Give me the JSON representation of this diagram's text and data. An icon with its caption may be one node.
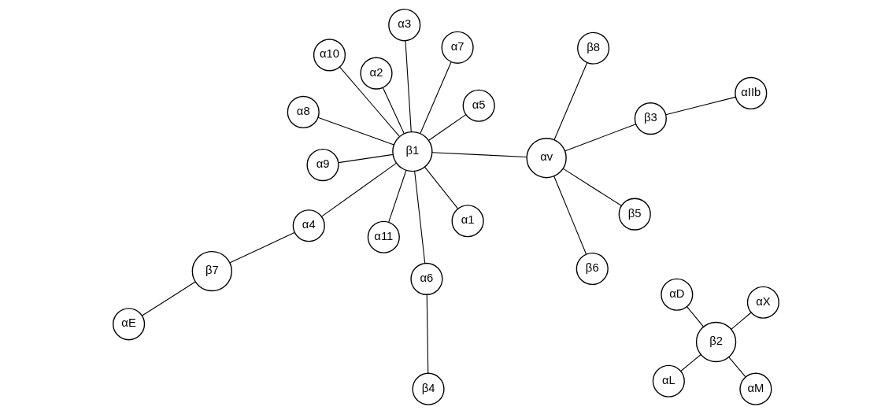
{
  "diagram": {
    "nodes": [
      {
        "text": [
          "β7"
        ]
      },
      {
        "text": [
          "αE"
        ]
      },
      {
        "text": [
          "α4"
        ]
      },
      {
        "text": [
          "α3"
        ]
      },
      {
        "text": [
          "α5"
        ]
      },
      {
        "text": [
          "α2"
        ]
      },
      {
        "text": [
          "β6"
        ]
      },
      {
        "text": [
          "β5"
        ]
      },
      {
        "text": [
          "αIIb"
        ]
      },
      {
        "text": [
          "αL"
        ]
      },
      {
        "text": [
          "αM"
        ]
      },
      {
        "text": [
          "α1"
        ]
      },
      {
        "text": [
          "α6"
        ]
      },
      {
        "text": [
          "β1"
        ]
      },
      {
        "text": [
          "αv"
        ]
      },
      {
        "text": [
          "β3"
        ]
      },
      {
        "text": [
          "β2"
        ]
      },
      {
        "text": [
          "α7"
        ]
      },
      {
        "text": [
          "α11"
        ]
      },
      {
        "text": [
          "β4"
        ]
      },
      {
        "text": [
          "α8"
        ]
      },
      {
        "text": [
          "α9"
        ]
      },
      {
        "text": [
          "α10"
        ]
      },
      {
        "text": [
          "β8"
        ]
      },
      {
        "text": [
          "αD"
        ]
      },
      {
        "text": [
          "αX"
        ]
      }
    ],
    "edges": [
      {
        "from": 0,
        "to": 1,
        "arrow": "none"
      },
      {
        "from": 0,
        "to": 2,
        "arrow": "none"
      },
      {
        "from": 13,
        "to": 2,
        "arrow": "none"
      },
      {
        "from": 13,
        "to": 3,
        "arrow": "none"
      },
      {
        "from": 13,
        "to": 4,
        "arrow": "none"
      },
      {
        "from": 13,
        "to": 5,
        "arrow": "none"
      },
      {
        "from": 13,
        "to": 11,
        "arrow": "none"
      },
      {
        "from": 13,
        "to": 12,
        "arrow": "none"
      },
      {
        "from": 13,
        "to": 17,
        "arrow": "none"
      },
      {
        "from": 13,
        "to": 18,
        "arrow": "none"
      },
      {
        "from": 13,
        "to": 20,
        "arrow": "none"
      },
      {
        "from": 13,
        "to": 21,
        "arrow": "none"
      },
      {
        "from": 13,
        "to": 22,
        "arrow": "none"
      },
      {
        "from": 12,
        "to": 19,
        "arrow": "none"
      },
      {
        "from": 13,
        "to": 14,
        "arrow": "none"
      },
      {
        "from": 14,
        "to": 6,
        "arrow": "none"
      },
      {
        "from": 14,
        "to": 7,
        "arrow": "none"
      },
      {
        "from": 14,
        "to": 15,
        "arrow": "none"
      },
      {
        "from": 14,
        "to": 23,
        "arrow": "none"
      },
      {
        "from": 15,
        "to": 8,
        "arrow": "none"
      },
      {
        "from": 16,
        "to": 9,
        "arrow": "none"
      },
      {
        "from": 16,
        "to": 10,
        "arrow": "none"
      },
      {
        "from": 16,
        "to": 24,
        "arrow": "none"
      },
      {
        "from": 16,
        "to": 25,
        "arrow": "none"
      }
    ]
  }
}
